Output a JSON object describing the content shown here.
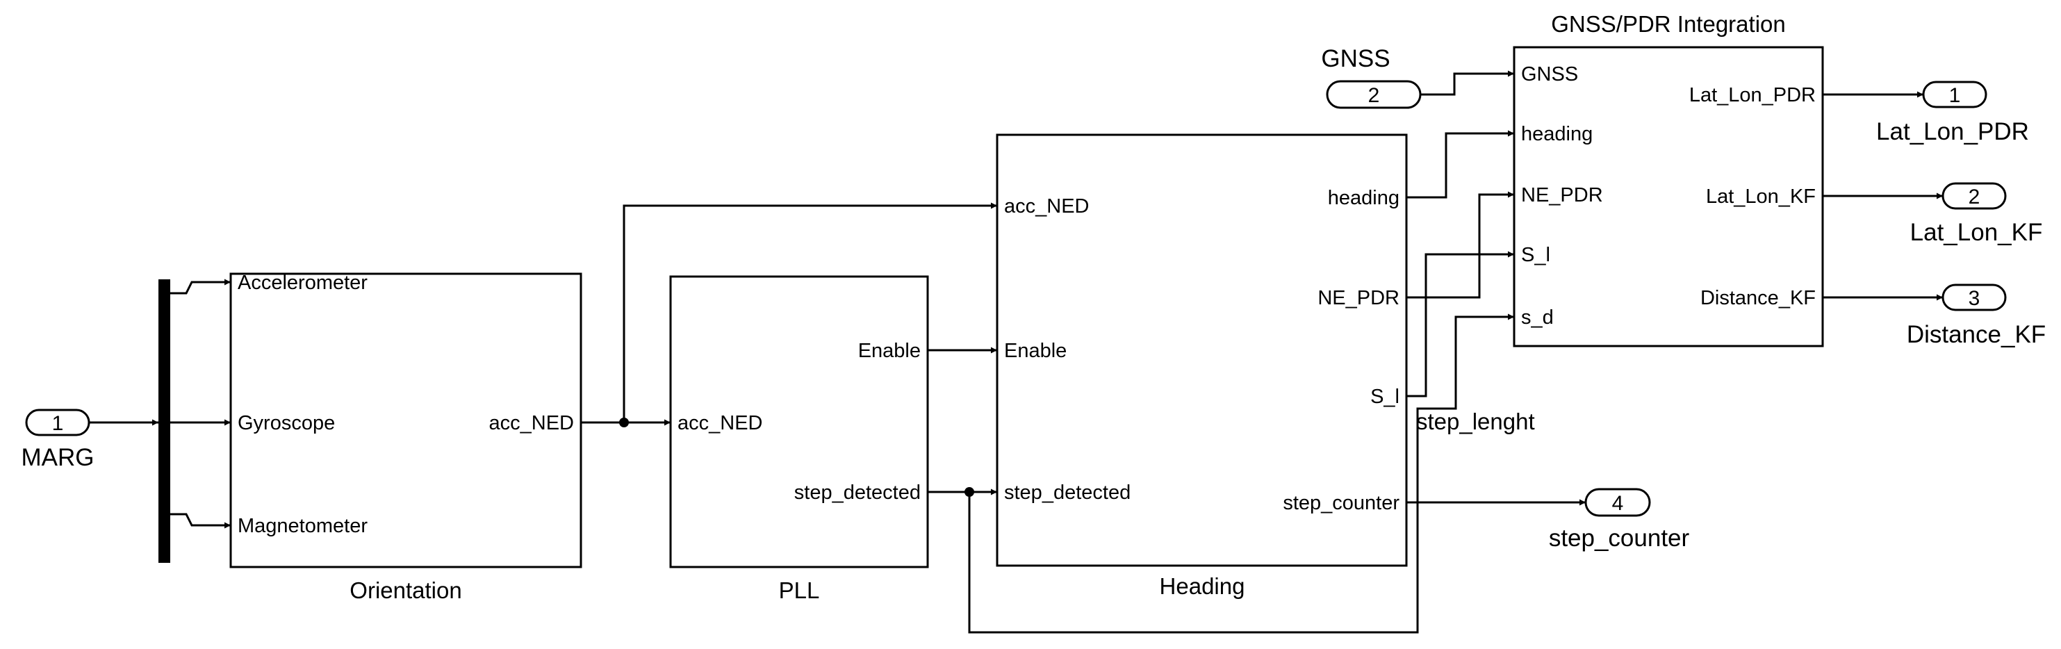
{
  "inports": [
    {
      "number": "1",
      "name": "MARG"
    },
    {
      "number": "2",
      "name": "GNSS"
    }
  ],
  "outports": [
    {
      "number": "1",
      "name": "Lat_Lon_PDR"
    },
    {
      "number": "2",
      "name": "Lat_Lon_KF"
    },
    {
      "number": "3",
      "name": "Distance_KF"
    },
    {
      "number": "4",
      "name": "step_counter"
    }
  ],
  "blocks": {
    "orientation": {
      "name": "Orientation",
      "inputs": [
        "Accelerometer",
        "Gyroscope",
        "Magnetometer"
      ],
      "outputs": [
        "acc_NED"
      ]
    },
    "pll": {
      "name": "PLL",
      "inputs": [
        "acc_NED"
      ],
      "outputs": [
        "Enable",
        "step_detected"
      ]
    },
    "heading": {
      "name": "Heading",
      "inputs": [
        "acc_NED",
        "Enable",
        "step_detected"
      ],
      "outputs": [
        "heading",
        "NE_PDR",
        "S_l",
        "step_counter"
      ]
    },
    "integration": {
      "name": "GNSS/PDR Integration",
      "inputs": [
        "GNSS",
        "heading",
        "NE_PDR",
        "S_l",
        "s_d"
      ],
      "outputs": [
        "Lat_Lon_PDR",
        "Lat_Lon_KF",
        "Distance_KF"
      ]
    }
  },
  "signal_labels": {
    "step_length": "step_lenght"
  }
}
